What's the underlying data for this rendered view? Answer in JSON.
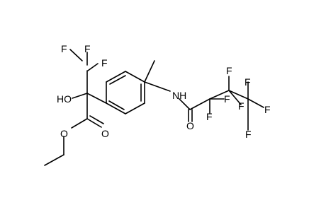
{
  "diagram": {
    "type": "chemical-structure",
    "atom_labels": {
      "f_top_left": "F",
      "f_top_mid": "F",
      "f_top_right": "F",
      "ho": "HO",
      "o_ester_carbonyl": "O",
      "o_ester_ether": "O",
      "nh": "NH",
      "o_amide": "O",
      "f_cf2_top": "F",
      "f_cf2_bottom": "F",
      "f_mid_top": "F",
      "f_mid_bottom": "F",
      "f_end_top": "F",
      "f_end_right": "F",
      "f_end_bottom": "F"
    }
  }
}
